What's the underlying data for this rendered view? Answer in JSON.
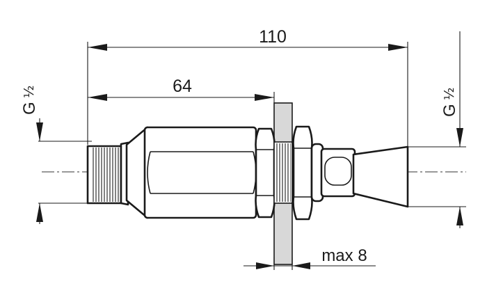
{
  "dimensions": {
    "overall_length": "110",
    "nut_length": "64",
    "panel_thickness": "max 8",
    "thread_left_letter": "G",
    "thread_left_fraction": "½",
    "thread_right_letter": "G",
    "thread_right_fraction": "½"
  },
  "colors": {
    "line": "#1a1a1a",
    "panel_fill": "#d8d8d8",
    "background": "#ffffff"
  }
}
